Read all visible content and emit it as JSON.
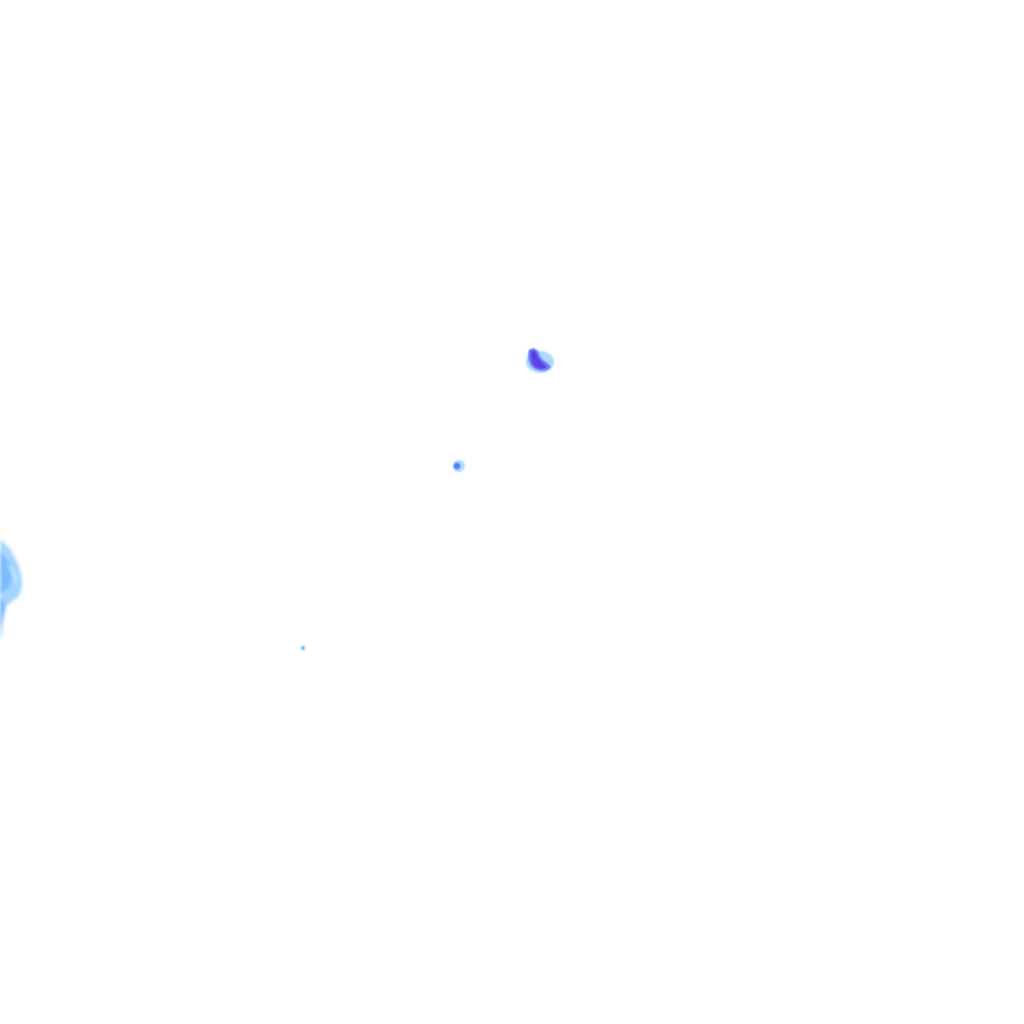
{
  "map_layer": {
    "type": "precipitation-radar-overlay",
    "background": "transparent",
    "legend_colors": {
      "light": "#9fd3ff",
      "light_moderate": "#66b2ff",
      "moderate": "#3f8cff",
      "heavy": "#5a4dff",
      "very_heavy": "#5b3fe0"
    },
    "echoes": [
      {
        "id": "central-cell",
        "intensity": "heavy"
      },
      {
        "id": "small-cell",
        "intensity": "moderate"
      },
      {
        "id": "west-edge-band",
        "intensity": "light"
      },
      {
        "id": "speck",
        "intensity": "light"
      }
    ]
  }
}
